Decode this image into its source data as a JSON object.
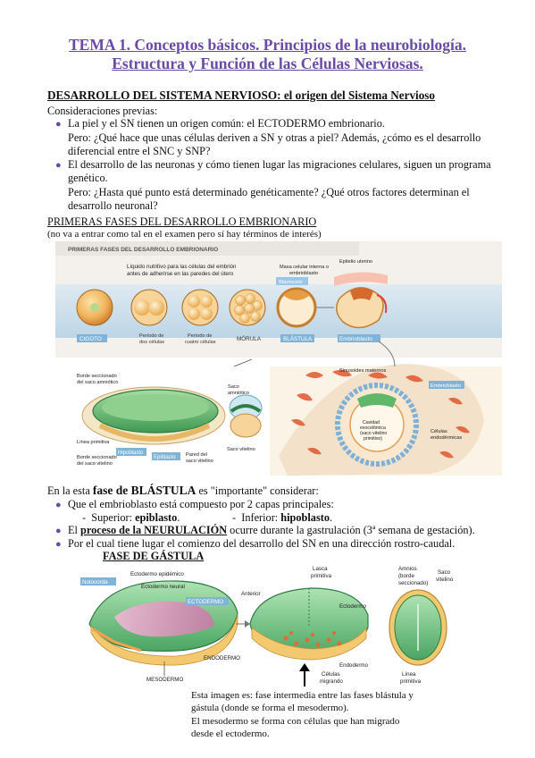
{
  "title": {
    "line1": "TEMA 1. Conceptos básicos. Principios de la neurobiología.",
    "line2": "Estructura y Función de las Células Nerviosas."
  },
  "section1": {
    "heading": "DESARROLLO DEL SISTEMA NERVIOSO: el origen del Sistema Nervioso",
    "intro": "Consideraciones previas:",
    "bullet1_line1": "La piel y el SN tienen un origen común: el ECTODERMO embrionario.",
    "bullet1_line2": "Pero: ¿Qué hace que unas células deriven a SN y otras a piel? Además, ¿cómo es el desarrollo",
    "bullet1_line3": "diferencial entre el SNC y SNP?",
    "bullet2_line1": "El desarrollo de las neuronas y cómo tienen lugar las migraciones celulares, siguen un programa",
    "bullet2_line2": "genético.",
    "bullet2_line3": "Pero: ¿Hasta qué punto está determinado genéticamente? ¿Qué otros factores determinan el",
    "bullet2_line4": "desarrollo neuronal?"
  },
  "section2": {
    "heading": "PRIMERAS FASES DEL DESARROLLO EMBRIONARIO",
    "note": "(no va a entrar como tal en el examen pero sí hay términos de interés)"
  },
  "figure1": {
    "header": "PRIMERAS FASES DEL DESARROLLO EMBRIONARIO",
    "liquid_note_l1": "Líquido nutritivo para las células del embrión",
    "liquid_note_l2": "antes de adherirse en las paredes del útero",
    "stages": [
      "CIGOTO",
      "MÓRULA",
      "BLÁSTULA",
      "Embrioblasto"
    ],
    "sub_two_cells_l1": "Período de",
    "sub_two_cells_l2": "dos células",
    "sub_four_cells_l1": "Período de",
    "sub_four_cells_l2": "cuatro células",
    "blastocele": "Blastocele",
    "inner_mass_l1": "Masa celular interna o",
    "inner_mass_l2": "embrioblasto",
    "uterine_epithelium": "Epitelio uterino",
    "maternal_sinusoids": "Sinusoides maternos",
    "embrioblasto2": "Embrioblasto",
    "amniotic_sac_l1": "Saco",
    "amniotic_sac_l2": "amniótico",
    "border_amnio_l1": "Borde seccionado",
    "border_amnio_l2": "del saco amniótico",
    "primitive_line": "Línea primitiva",
    "hipoblasto": "Hipoblasto",
    "epiblasto": "Epiblasto",
    "yolk_wall_l1": "Pared del",
    "yolk_wall_l2": "saco vitelino",
    "border_yolk_l1": "Borde seccionado",
    "border_yolk_l2": "del saco vitelino",
    "yolk_sac": "Saco vitelino",
    "cavity_l1": "Cavidad",
    "cavity_l2": "exocelómica",
    "cavity_l3": "(saco vitelino",
    "cavity_l4": "primitivo)",
    "endodermal_l1": "Células",
    "endodermal_l2": "endodérmicas"
  },
  "blastula": {
    "intro_pre": "En la esta ",
    "intro_bold": "fase de BLÁSTULA",
    "intro_post": " es \"importante\" considerar:",
    "b1": "Que el embrioblasto está compuesto por 2 capas principales:",
    "sup_label": "Superior: ",
    "sup_value": "epiblasto",
    "inf_label": "Inferior: ",
    "inf_value": "hipoblasto",
    "b2_pre": "El ",
    "b2_bold": "proceso de la NEURULACIÓN",
    "b2_post": " ocurre durante la gastrulación (3ª semana de gestación).",
    "b3": "Por el cual tiene lugar el comienzo del desarrollo del SN en una dirección rostro-caudal."
  },
  "gastrula": {
    "heading": "FASE DE GÁSTULA",
    "notocorda": "Notocorda",
    "ecto_epid": "Ectodermo epidémico",
    "ecto_neural": "Ectodermo neural",
    "ectodermo_tag": "ECTODERMO",
    "endodermo": "ENDODERMO",
    "mesodermo": "MESODERMO",
    "anterior": "Anterior",
    "lasca_l1": "Lasca",
    "lasca_l2": "primitiva",
    "ectodermo": "Ectodermo",
    "endodermo2": "Endodermo",
    "migrating_l1": "Células",
    "migrating_l2": "migrando",
    "amnios_l1": "Amnios",
    "amnios_l2": "(borde",
    "amnios_l3": "seccionado)",
    "saco_vit_l1": "Saco",
    "saco_vit_l2": "vitelino",
    "linea_l1": "Línea",
    "linea_l2": "primitiva"
  },
  "caption": {
    "l1": "Esta imagen es: fase intermedia entre las fases blástula y",
    "l2": "gástula (donde se forma el mesodermo).",
    "l3": "El mesodermo se forma con células que han migrado",
    "l4": "desde el ectodermo."
  },
  "colors": {
    "title": "#6a4aa8",
    "bullet": "#6a4aa8",
    "stage_tag": "#7fb4d8",
    "embryo_green": "#5fb86a",
    "embryo_orange": "#e7a54a",
    "mesoderm_pink": "#c77aa6"
  }
}
